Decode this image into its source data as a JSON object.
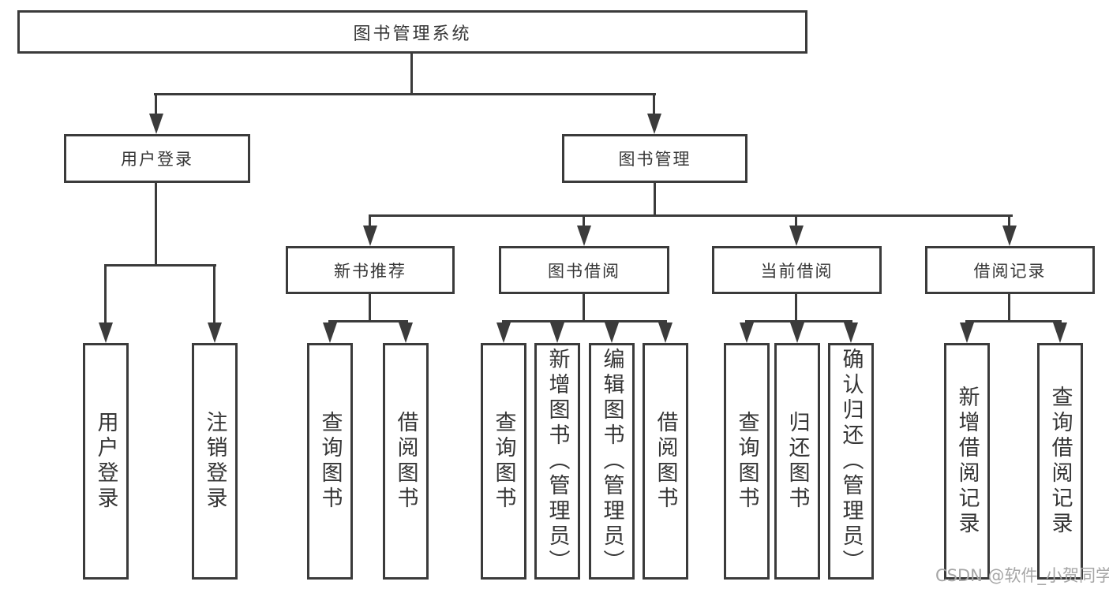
{
  "hierarchy": {
    "label": "图书管理系统",
    "children": [
      {
        "label": "用户登录",
        "children": [
          {
            "label": "用户登录"
          },
          {
            "label": "注销登录"
          }
        ]
      },
      {
        "label": "图书管理",
        "children": [
          {
            "label": "新书推荐",
            "children": [
              {
                "label": "查询图书"
              },
              {
                "label": "借阅图书"
              }
            ]
          },
          {
            "label": "图书借阅",
            "children": [
              {
                "label": "查询图书"
              },
              {
                "label": "新增图书（管理员）"
              },
              {
                "label": "编辑图书（管理员）"
              },
              {
                "label": "借阅图书"
              }
            ]
          },
          {
            "label": "当前借阅",
            "children": [
              {
                "label": "查询图书"
              },
              {
                "label": "归还图书"
              },
              {
                "label": "确认归还（管理员）"
              }
            ]
          },
          {
            "label": "借阅记录",
            "children": [
              {
                "label": "新增借阅记录"
              },
              {
                "label": "查询借阅记录"
              }
            ]
          }
        ]
      }
    ]
  },
  "watermark": {
    "text": "CSDN @软件_小贺同学"
  },
  "colors": {
    "line": "#3b3b3b",
    "text": "#363636",
    "watermark": "#a6a6a6",
    "background": "#ffffff"
  }
}
